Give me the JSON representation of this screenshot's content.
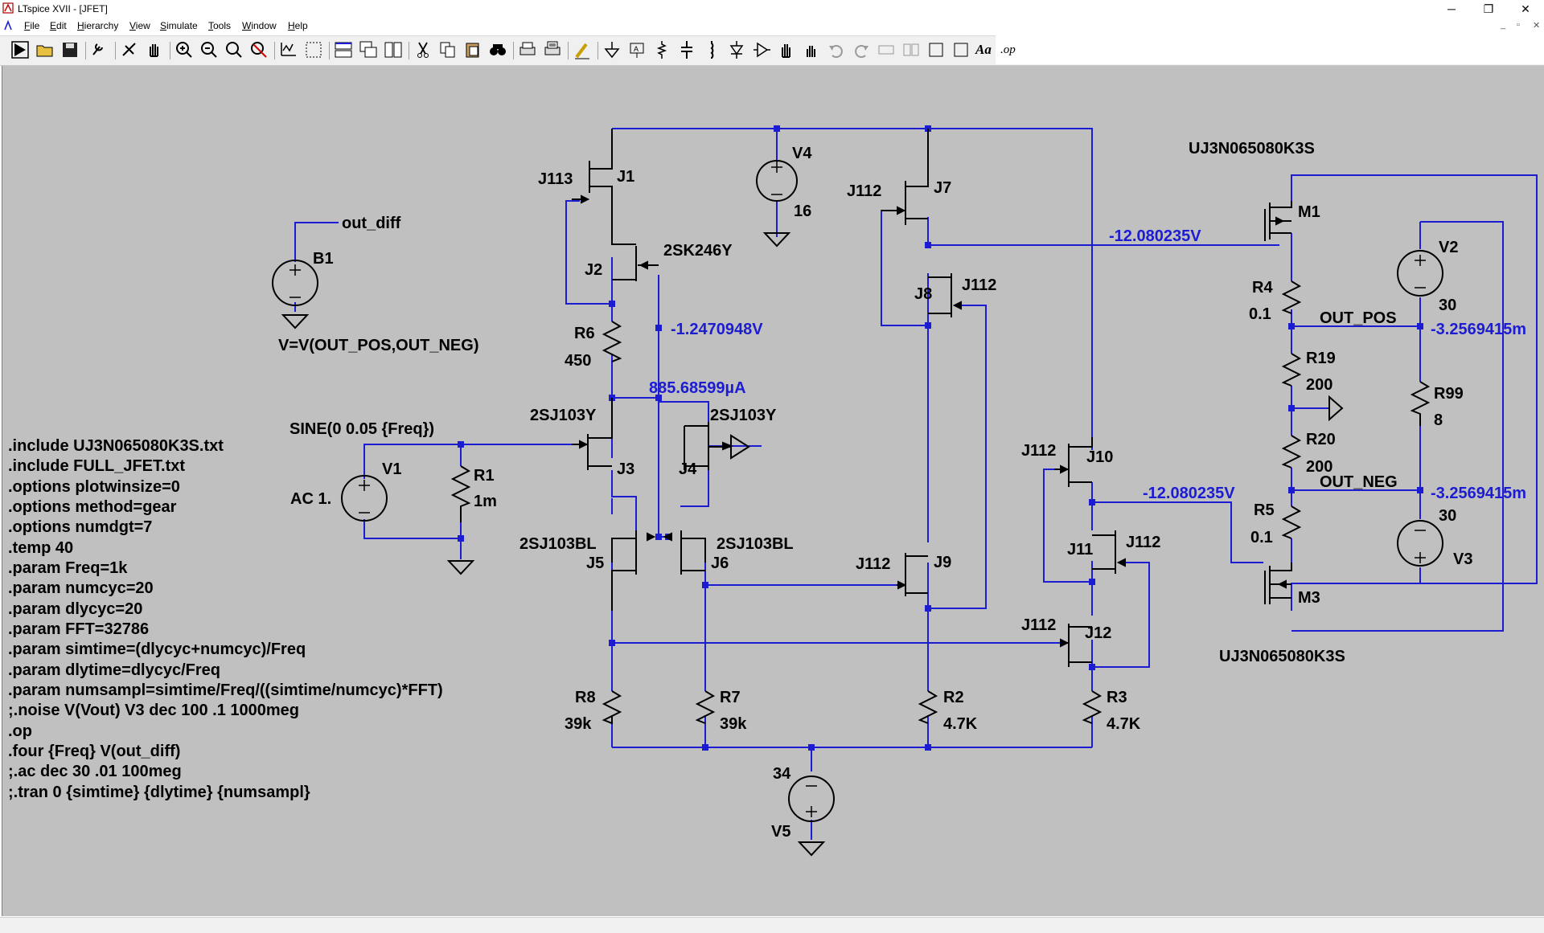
{
  "window": {
    "title": "LTspice XVII - [JFET]",
    "minimize_glyph": "─",
    "restore_glyph": "❐",
    "close_glyph": "✕"
  },
  "menu": {
    "items": [
      {
        "pre": "",
        "ul": "F",
        "post": "ile"
      },
      {
        "pre": "",
        "ul": "E",
        "post": "dit"
      },
      {
        "pre": "",
        "ul": "H",
        "post": "ierarchy"
      },
      {
        "pre": "",
        "ul": "V",
        "post": "iew"
      },
      {
        "pre": "",
        "ul": "S",
        "post": "imulate"
      },
      {
        "pre": "",
        "ul": "T",
        "post": "ools"
      },
      {
        "pre": "",
        "ul": "W",
        "post": "indow"
      },
      {
        "pre": "",
        "ul": "H",
        "post": "elp"
      }
    ],
    "mdi": {
      "minimize": "_",
      "restore": "▫",
      "close": "✕"
    }
  },
  "toolbar": {
    "icons": [
      "run-icon",
      "open-icon",
      "save-icon",
      "control-panel-icon",
      "halt-icon",
      "pan-icon",
      "zoom-in-icon",
      "zoom-out-icon",
      "zoom-fit-icon",
      "zoom-cancel-icon",
      "plot-settings-icon",
      "autorange-icon",
      "tile-horizontal-icon",
      "cascade-icon",
      "tile-vertical-icon",
      "cut-icon",
      "copy-icon",
      "paste-icon",
      "find-icon",
      "print-icon",
      "print-preview-icon",
      "draw-wire-icon",
      "ground-icon",
      "label-net-icon",
      "resistor-icon",
      "capacitor-icon",
      "inductor-icon",
      "diode-icon",
      "component-icon",
      "move-icon",
      "drag-icon",
      "undo-icon",
      "redo-icon",
      "rotate-icon",
      "mirror-icon",
      "text-icon",
      "spice-directive-icon"
    ],
    "text_button": "Aa",
    "op_button": ".op"
  },
  "colors": {
    "canvas": "#c0c0c0",
    "wire": "#1c1cd2",
    "component": "#000000",
    "junction": "#1c1cd2"
  },
  "schematic": {
    "labels": {
      "J1_model": "J113",
      "J1_name": "J1",
      "J2_model": "2SK246Y",
      "J2_name": "J2",
      "V4_name": "V4",
      "V4_value": "16",
      "J7_model": "J112",
      "J7_name": "J7",
      "J8_name": "J8",
      "J8_model": "J112",
      "M1_model": "UJ3N065080K3S",
      "M1_name": "M1",
      "M3_name": "M3",
      "M3_model": "UJ3N065080K3S",
      "B1_name": "B1",
      "B1_value": "V=V(OUT_POS,OUT_NEG)",
      "out_diff": "out_diff",
      "R6_name": "R6",
      "R6_value": "450",
      "R4_name": "R4",
      "R4_value": "0.1",
      "R19_name": "R19",
      "R19_value": "200",
      "R20_name": "R20",
      "R20_value": "200",
      "R5_name": "R5",
      "R5_value": "0.1",
      "R99_name": "R99",
      "R99_value": "8",
      "V2_name": "V2",
      "V2_value": "30",
      "V3_name": "V3",
      "V3_value": "30",
      "OUT_POS": "OUT_POS",
      "OUT_NEG": "OUT_NEG",
      "J3_model": "2SJ103Y",
      "J3_name": "J3",
      "J4_model": "2SJ103Y",
      "J4_name": "J4",
      "J5_model": "2SJ103BL",
      "J5_name": "J5",
      "J6_model": "2SJ103BL",
      "J6_name": "J6",
      "V1_sine": "SINE(0 0.05 {Freq})",
      "V1_name": "V1",
      "V1_ac": "AC 1.",
      "R1_name": "R1",
      "R1_value": "1m",
      "J10_model": "J112",
      "J10_name": "J10",
      "J11_name": "J11",
      "J11_model": "J112",
      "J9_model": "J112",
      "J9_name": "J9",
      "J12_model": "J112",
      "J12_name": "J12",
      "R8_name": "R8",
      "R8_value": "39k",
      "R7_name": "R7",
      "R7_value": "39k",
      "R2_name": "R2",
      "R2_value": "4.7K",
      "R3_name": "R3",
      "R3_value": "4.7K",
      "V5_value": "34",
      "V5_name": "V5"
    },
    "op_annotations": {
      "v_gate_m1": "-12.080235V",
      "v_r6_top": "-1.2470948V",
      "i_tail": "885.68599µA",
      "v_out_pos": "-3.2569415m",
      "v_j10": "-12.080235V",
      "v_out_neg": "-3.2569415m"
    },
    "directives": [
      ".include UJ3N065080K3S.txt",
      ".include FULL_JFET.txt",
      ".options plotwinsize=0",
      ".options method=gear",
      ".options numdgt=7",
      ".temp 40",
      ".param Freq=1k",
      ".param numcyc=20",
      ".param dlycyc=20",
      ".param FFT=32786",
      ".param simtime=(dlycyc+numcyc)/Freq",
      ".param dlytime=dlycyc/Freq",
      ".param numsampl=simtime/Freq/((simtime/numcyc)*FFT)",
      ";.noise V(Vout) V3 dec 100 .1 1000meg",
      ".op",
      ".four {Freq} V(out_diff)",
      ";.ac dec 30 .01 100meg",
      ";.tran 0 {simtime} {dlytime} {numsampl}"
    ]
  }
}
